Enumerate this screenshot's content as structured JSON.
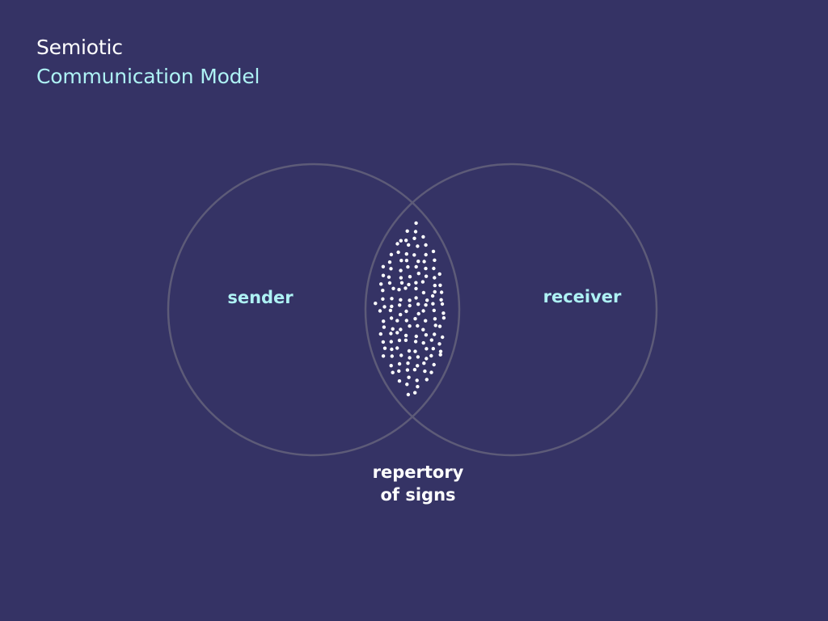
{
  "title": {
    "line1": "Semiotic",
    "line2": "Communication Model"
  },
  "diagram": {
    "left_label": "sender",
    "right_label": "receiver",
    "overlap_label_line1": "repertory",
    "overlap_label_line2": "of signs"
  },
  "colors": {
    "background": "#353365",
    "title_primary": "#ffffff",
    "title_accent": "#aef2f4",
    "circle_stroke": "#5d5b78",
    "label_accent": "#aef2f4",
    "label_white": "#ffffff",
    "dots": "#ffffff"
  }
}
